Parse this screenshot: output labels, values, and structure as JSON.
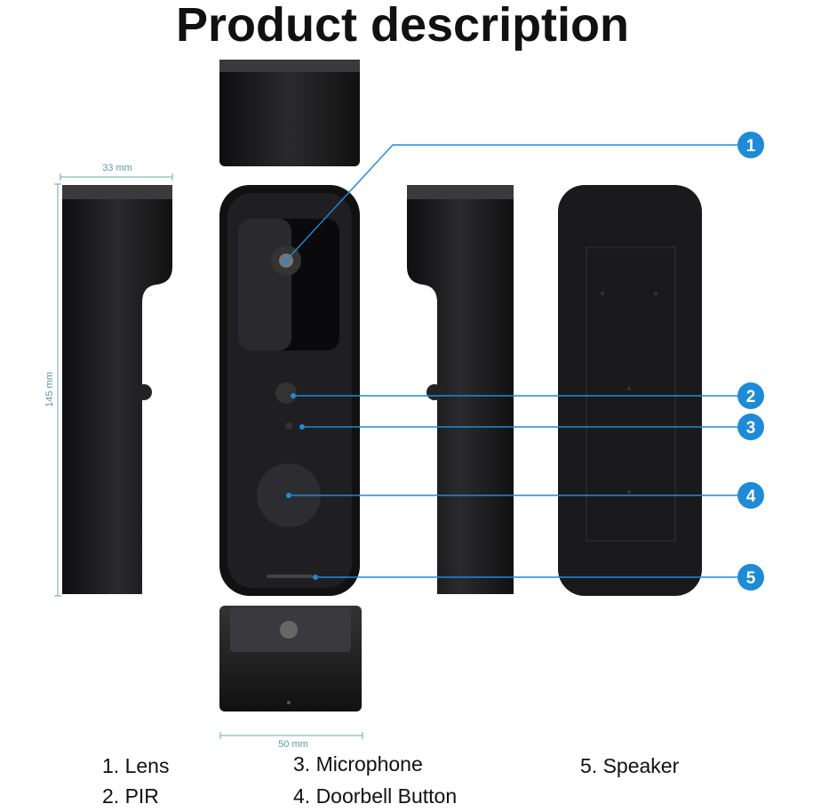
{
  "title": "Product description",
  "dimensions": {
    "depth": "33 mm",
    "height": "145 mm",
    "width": "50 mm"
  },
  "callouts": [
    "1",
    "2",
    "3",
    "4",
    "5"
  ],
  "legend": [
    {
      "label": "1. Lens"
    },
    {
      "label": "2. PIR"
    },
    {
      "label": "3. Microphone"
    },
    {
      "label": "4. Doorbell Button"
    },
    {
      "label": "5. Speaker"
    }
  ],
  "colors": {
    "accent": "#1f8ad6",
    "device": "#1c1c1e",
    "dimension": "#5a9aa0"
  }
}
